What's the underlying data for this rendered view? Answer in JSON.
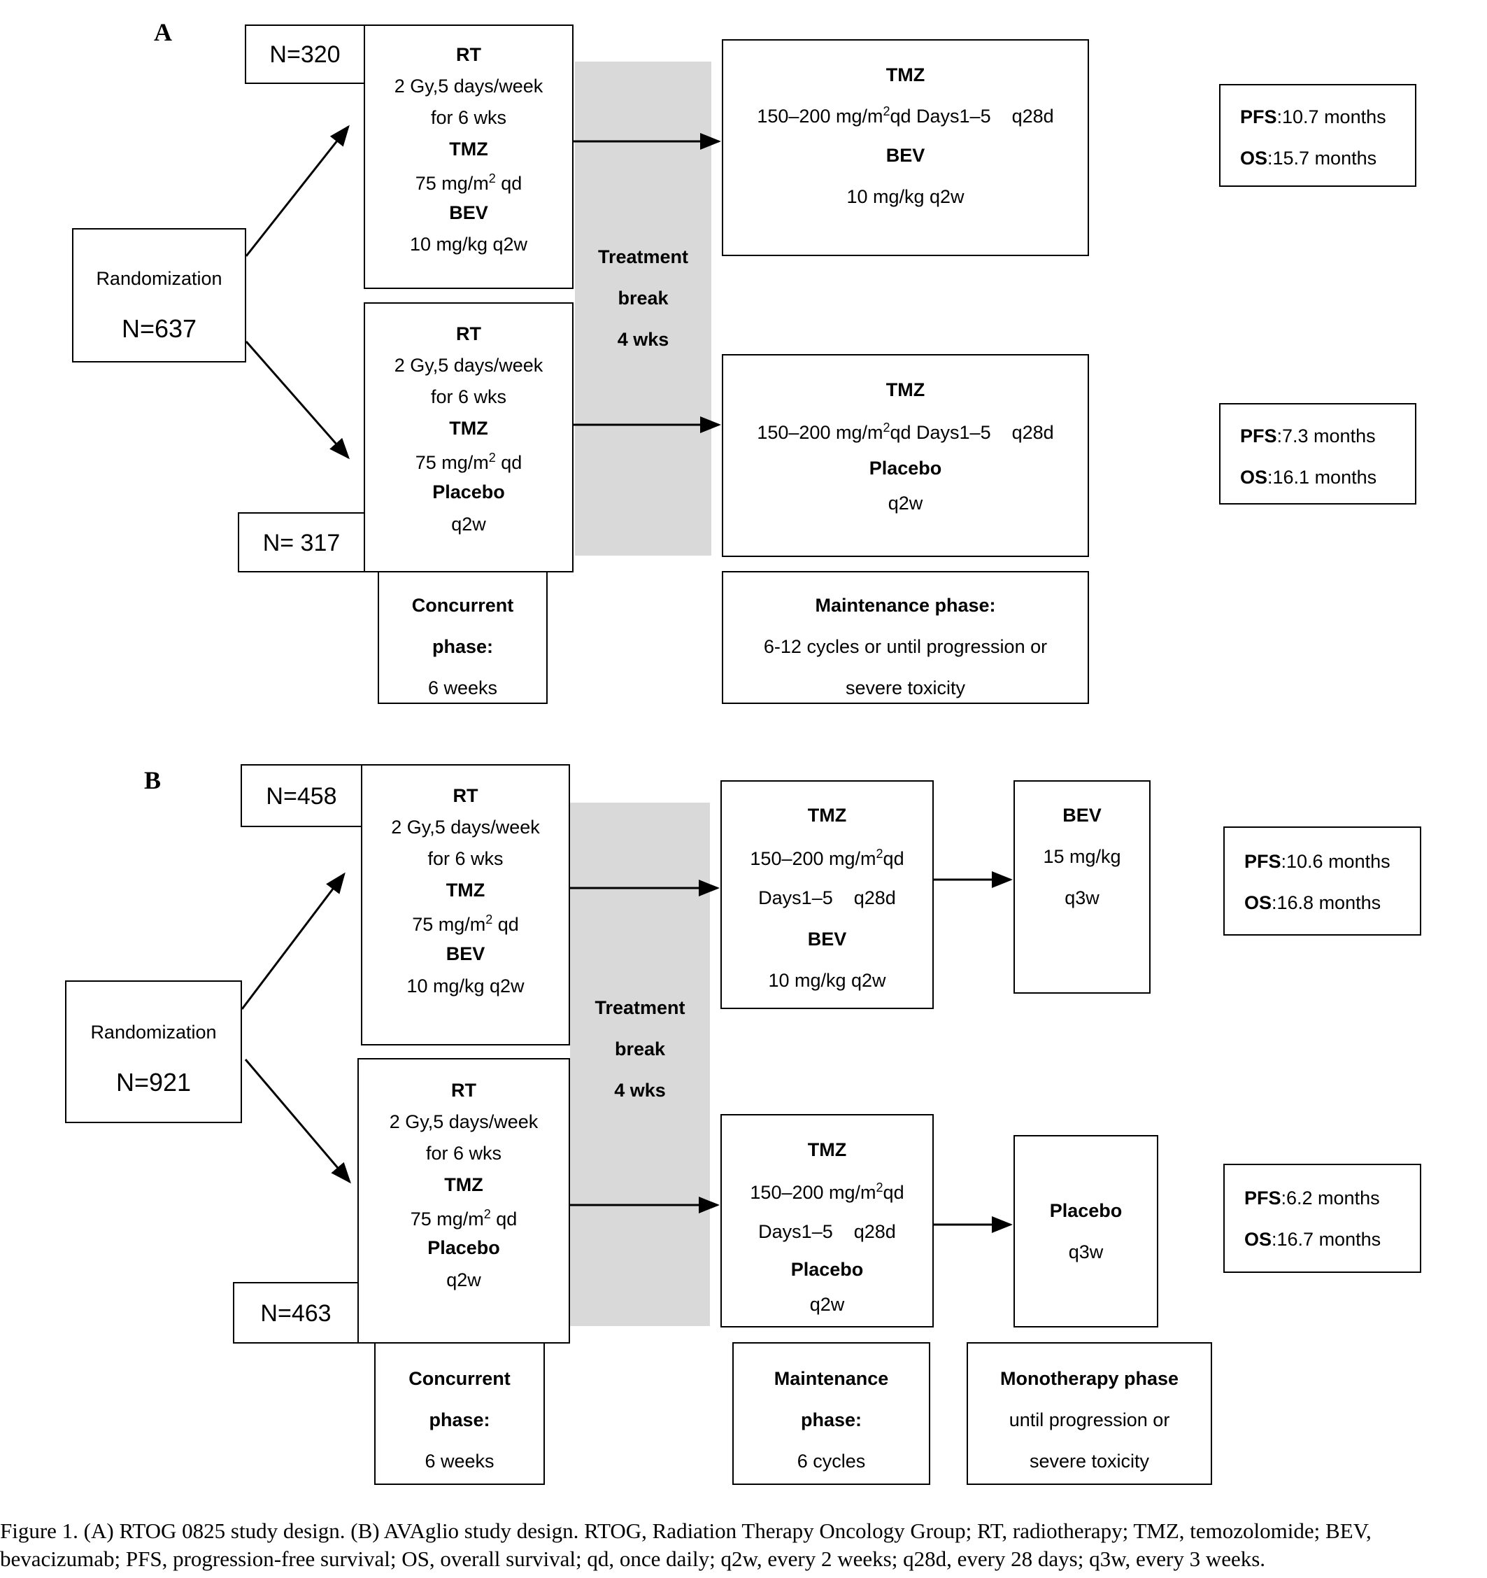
{
  "panel_a": {
    "label": "A",
    "randomization": {
      "label": "Randomization",
      "n": "N=637"
    },
    "arm1_n": "N=320",
    "arm2_n": "N= 317",
    "concurrent_bev": {
      "rt": "RT",
      "rt_dose": "2 Gy,5 days/week",
      "rt_duration": "for 6 wks",
      "tmz": "TMZ",
      "tmz_dose": "75 mg/m",
      "tmz_sup": "2",
      "tmz_sched": " qd",
      "drug": "BEV",
      "drug_dose": "10 mg/kg q2w"
    },
    "concurrent_placebo": {
      "rt": "RT",
      "rt_dose": "2 Gy,5 days/week",
      "rt_duration": "for 6 wks",
      "tmz": "TMZ",
      "tmz_dose": "75 mg/m",
      "tmz_sup": "2",
      "tmz_sched": " qd",
      "drug": "Placebo",
      "drug_dose": "q2w"
    },
    "treatment_break": {
      "line1": "Treatment",
      "line2": "break",
      "line3": "4 wks"
    },
    "maintenance_bev": {
      "tmz": "TMZ",
      "tmz_pre": "150–200 mg/m",
      "tmz_sup": "2",
      "tmz_post": "qd Days1–5    q28d",
      "drug": "BEV",
      "drug_dose": "10 mg/kg q2w"
    },
    "maintenance_placebo": {
      "tmz": "TMZ",
      "tmz_pre": "150–200 mg/m",
      "tmz_sup": "2",
      "tmz_post": "qd Days1–5    q28d",
      "drug": "Placebo",
      "drug_dose": "q2w"
    },
    "outcome_bev": {
      "pfs_label": "PFS",
      "pfs_value": ":10.7 months",
      "os_label": "OS",
      "os_value": ":15.7 months"
    },
    "outcome_placebo": {
      "pfs_label": "PFS",
      "pfs_value": ":7.3 months",
      "os_label": "OS",
      "os_value": ":16.1 months"
    },
    "phase_concurrent": {
      "title": "Concurrent",
      "title2": "phase:",
      "detail": "6 weeks"
    },
    "phase_maintenance": {
      "title": "Maintenance phase:",
      "detail": "6-12 cycles or until progression or",
      "detail2": "severe toxicity"
    }
  },
  "panel_b": {
    "label": "B",
    "randomization": {
      "label": "Randomization",
      "n": "N=921"
    },
    "arm1_n": "N=458",
    "arm2_n": "N=463",
    "concurrent_bev": {
      "rt": "RT",
      "rt_dose": "2 Gy,5 days/week",
      "rt_duration": "for 6 wks",
      "tmz": "TMZ",
      "tmz_dose": "75 mg/m",
      "tmz_sup": "2",
      "tmz_sched": " qd",
      "drug": "BEV",
      "drug_dose": "10 mg/kg q2w"
    },
    "concurrent_placebo": {
      "rt": "RT",
      "rt_dose": "2 Gy,5 days/week",
      "rt_duration": "for 6 wks",
      "tmz": "TMZ",
      "tmz_dose": "75 mg/m",
      "tmz_sup": "2",
      "tmz_sched": " qd",
      "drug": "Placebo",
      "drug_dose": "q2w"
    },
    "treatment_break": {
      "line1": "Treatment",
      "line2": "break",
      "line3": "4 wks"
    },
    "maintenance_bev": {
      "tmz": "TMZ",
      "tmz_pre": "150–200 mg/m",
      "tmz_sup": "2",
      "tmz_post": "qd",
      "days": "Days1–5    q28d",
      "drug": "BEV",
      "drug_dose": "10 mg/kg q2w"
    },
    "maintenance_placebo": {
      "tmz": "TMZ",
      "tmz_pre": "150–200 mg/m",
      "tmz_sup": "2",
      "tmz_post": "qd",
      "days": "Days1–5    q28d",
      "drug": "Placebo",
      "drug_dose": "q2w"
    },
    "mono_bev": {
      "drug": "BEV",
      "dose": "15 mg/kg",
      "sched": "q3w"
    },
    "mono_placebo": {
      "drug": "Placebo",
      "sched": "q3w"
    },
    "outcome_bev": {
      "pfs_label": "PFS",
      "pfs_value": ":10.6 months",
      "os_label": "OS",
      "os_value": ":16.8 months"
    },
    "outcome_placebo": {
      "pfs_label": "PFS",
      "pfs_value": ":6.2 months",
      "os_label": "OS",
      "os_value": ":16.7 months"
    },
    "phase_concurrent": {
      "title": "Concurrent",
      "title2": "phase:",
      "detail": "6 weeks"
    },
    "phase_maintenance": {
      "title": "Maintenance",
      "title2": "phase:",
      "detail": "6 cycles"
    },
    "phase_mono": {
      "title": "Monotherapy phase",
      "detail": "until progression or",
      "detail2": "severe toxicity"
    }
  },
  "caption": {
    "line1": "Figure 1. (A) RTOG 0825 study design. (B) AVAglio study design. RTOG, Radiation Therapy Oncology Group; RT, radiotherapy; TMZ, temozolomide; BEV,",
    "line2": "bevacizumab; PFS, progression-free survival; OS, overall survival; qd, once daily; q2w, every 2 weeks; q28d, every 28 days; q3w, every 3 weeks."
  }
}
